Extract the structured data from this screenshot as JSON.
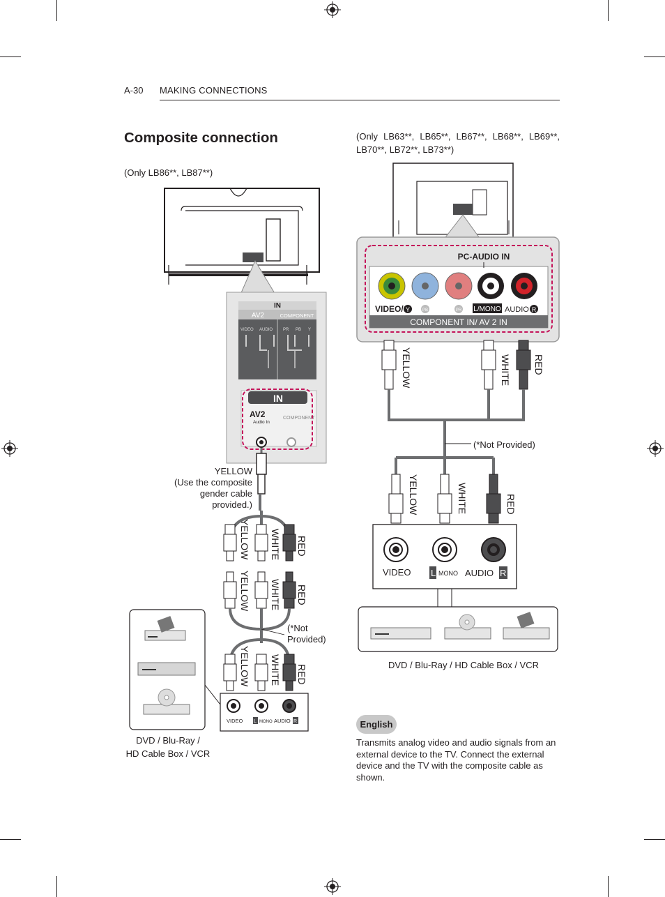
{
  "header": {
    "page_number": "A-30",
    "section": "MAKING CONNECTIONS"
  },
  "title": "Composite connection",
  "left": {
    "models": "(Only LB86**, LB87**)",
    "panel_in_label": "IN",
    "panel_av2": "AV2",
    "panel_component": "COMPONENT",
    "panel_video": "VIDEO",
    "panel_audio": "AUDIO",
    "panel_pr": "PR",
    "panel_pb": "PB",
    "panel_y": "Y",
    "jack_in_label": "IN",
    "jack_av2": "AV2",
    "jack_audio_in": "Audio In",
    "jack_component": "COMPONENT",
    "yellow_note": "YELLOW\n(Use the composite gender cable provided.)",
    "not_provided": "(*Not\nProvided)",
    "cable_yellow": "YELLOW",
    "cable_white": "WHITE",
    "cable_red": "RED",
    "device_video": "VIDEO",
    "device_l": "L",
    "device_mono": "MONO",
    "device_audio": "AUDIO",
    "device_r": "R",
    "caption": "DVD / Blu-Ray /\nHD Cable Box / VCR"
  },
  "right": {
    "models": "(Only LB63**, LB65**, LB67**, LB68**, LB69**, LB70**, LB72**, LB73**)",
    "pc_audio_in": "PC-AUDIO IN",
    "label_video": "VIDEO/",
    "label_y": "Y",
    "label_pb": "PB",
    "label_pr": "PR",
    "label_lmono": "L/MONO",
    "label_audio": "AUDIO",
    "label_r": "R",
    "component_bar": "COMPONENT IN/ AV 2 IN",
    "cable_yellow": "YELLOW",
    "cable_white": "WHITE",
    "cable_red": "RED",
    "not_provided": "(*Not Provided)",
    "device_video": "VIDEO",
    "device_l": "L",
    "device_mono": "MONO",
    "device_audio": "AUDIO",
    "device_r": "R",
    "caption": "DVD / Blu-Ray / HD Cable Box / VCR"
  },
  "language": "English",
  "description": "Transmits analog video and audio signals from an external device to the TV. Connect the external device and the TV with the composite cable as shown.",
  "colors": {
    "yellow_jack": "#c9c400",
    "green_ring": "#3a8a3c",
    "blue_jack": "#8fb3dc",
    "pink_jack": "#e07f7f",
    "red_jack": "#d2232a",
    "dashed_outline": "#c4145a",
    "cable_gray": "#6d6e70",
    "panel_gray": "#d9d9d9"
  }
}
